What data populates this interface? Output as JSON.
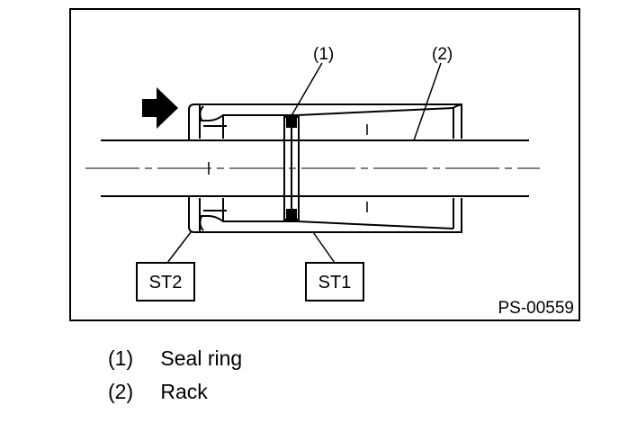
{
  "diagram": {
    "callouts": {
      "seal_ring": "(1)",
      "rack": "(2)"
    },
    "tools": {
      "st2": "ST2",
      "st1": "ST1"
    },
    "figure_code": "PS-00559"
  },
  "legend": [
    {
      "number": "(1)",
      "label": "Seal ring"
    },
    {
      "number": "(2)",
      "label": "Rack"
    }
  ]
}
